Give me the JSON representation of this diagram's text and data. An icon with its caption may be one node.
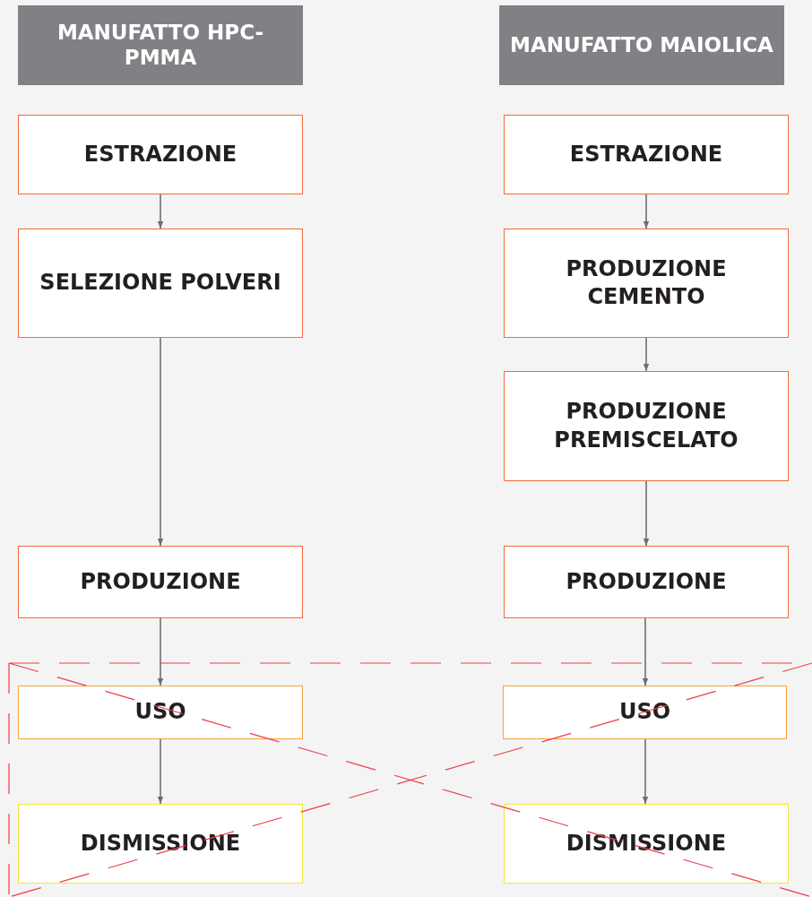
{
  "diagram": {
    "nodes": [
      {
        "text": [
          "MANUFATTO HPC-PMMA"
        ]
      },
      {
        "text": [
          "ESTRAZIONE"
        ]
      },
      {
        "text": [
          "SELEZIONE POLVERI"
        ]
      },
      {
        "text": [
          "PRODUZIONE"
        ]
      },
      {
        "text": [
          "USO"
        ]
      },
      {
        "text": [
          "DISMISSIONE"
        ]
      },
      {
        "text": [
          "MANUFATTO MAIOLICA"
        ]
      },
      {
        "text": [
          "ESTRAZIONE"
        ]
      },
      {
        "text": [
          "PRODUZIONE CEMENTO"
        ]
      },
      {
        "text": [
          "PRODUZIONE PREMISCELATO"
        ]
      },
      {
        "text": [
          "PRODUZIONE"
        ]
      },
      {
        "text": [
          "USO"
        ]
      },
      {
        "text": [
          "DISMISSIONE"
        ]
      }
    ],
    "edges": [
      {
        "from": 1,
        "to": 2,
        "arrow": "to"
      },
      {
        "from": 2,
        "to": 3,
        "arrow": "to"
      },
      {
        "from": 3,
        "to": 4,
        "arrow": "to"
      },
      {
        "from": 4,
        "to": 5,
        "arrow": "to"
      },
      {
        "from": 7,
        "to": 8,
        "arrow": "to"
      },
      {
        "from": 8,
        "to": 9,
        "arrow": "to"
      },
      {
        "from": 9,
        "to": 10,
        "arrow": "to"
      },
      {
        "from": 10,
        "to": 11,
        "arrow": "to"
      },
      {
        "from": 11,
        "to": 12,
        "arrow": "to"
      }
    ]
  }
}
